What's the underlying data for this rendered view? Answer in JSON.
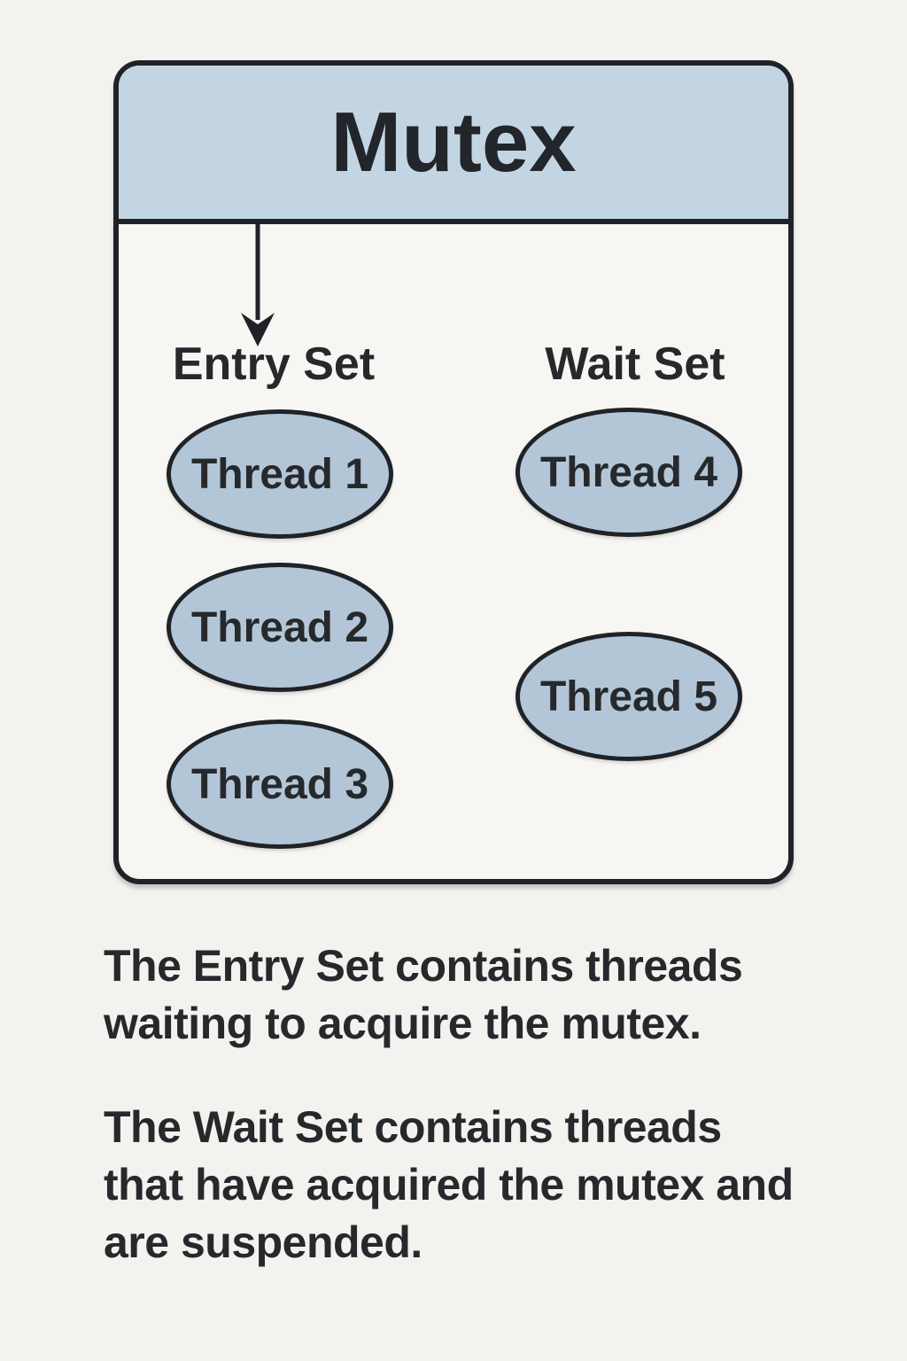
{
  "diagram": {
    "title": "Mutex",
    "entry_set": {
      "label": "Entry Set",
      "threads": [
        "Thread 1",
        "Thread 2",
        "Thread 3"
      ]
    },
    "wait_set": {
      "label": "Wait Set",
      "threads": [
        "Thread 4",
        "Thread 5"
      ]
    },
    "colors": {
      "background": "#f3f2ef",
      "panel_background": "#f7f6f3",
      "header_fill": "#c3d5e3",
      "node_fill": "#b2c6d8",
      "stroke": "#1f2327",
      "text": "#26292c"
    }
  },
  "captions": [
    "The Entry Set contains threads waiting to acquire the mutex.",
    "The Wait Set contains threads that have acquired the mutex and are suspended."
  ]
}
